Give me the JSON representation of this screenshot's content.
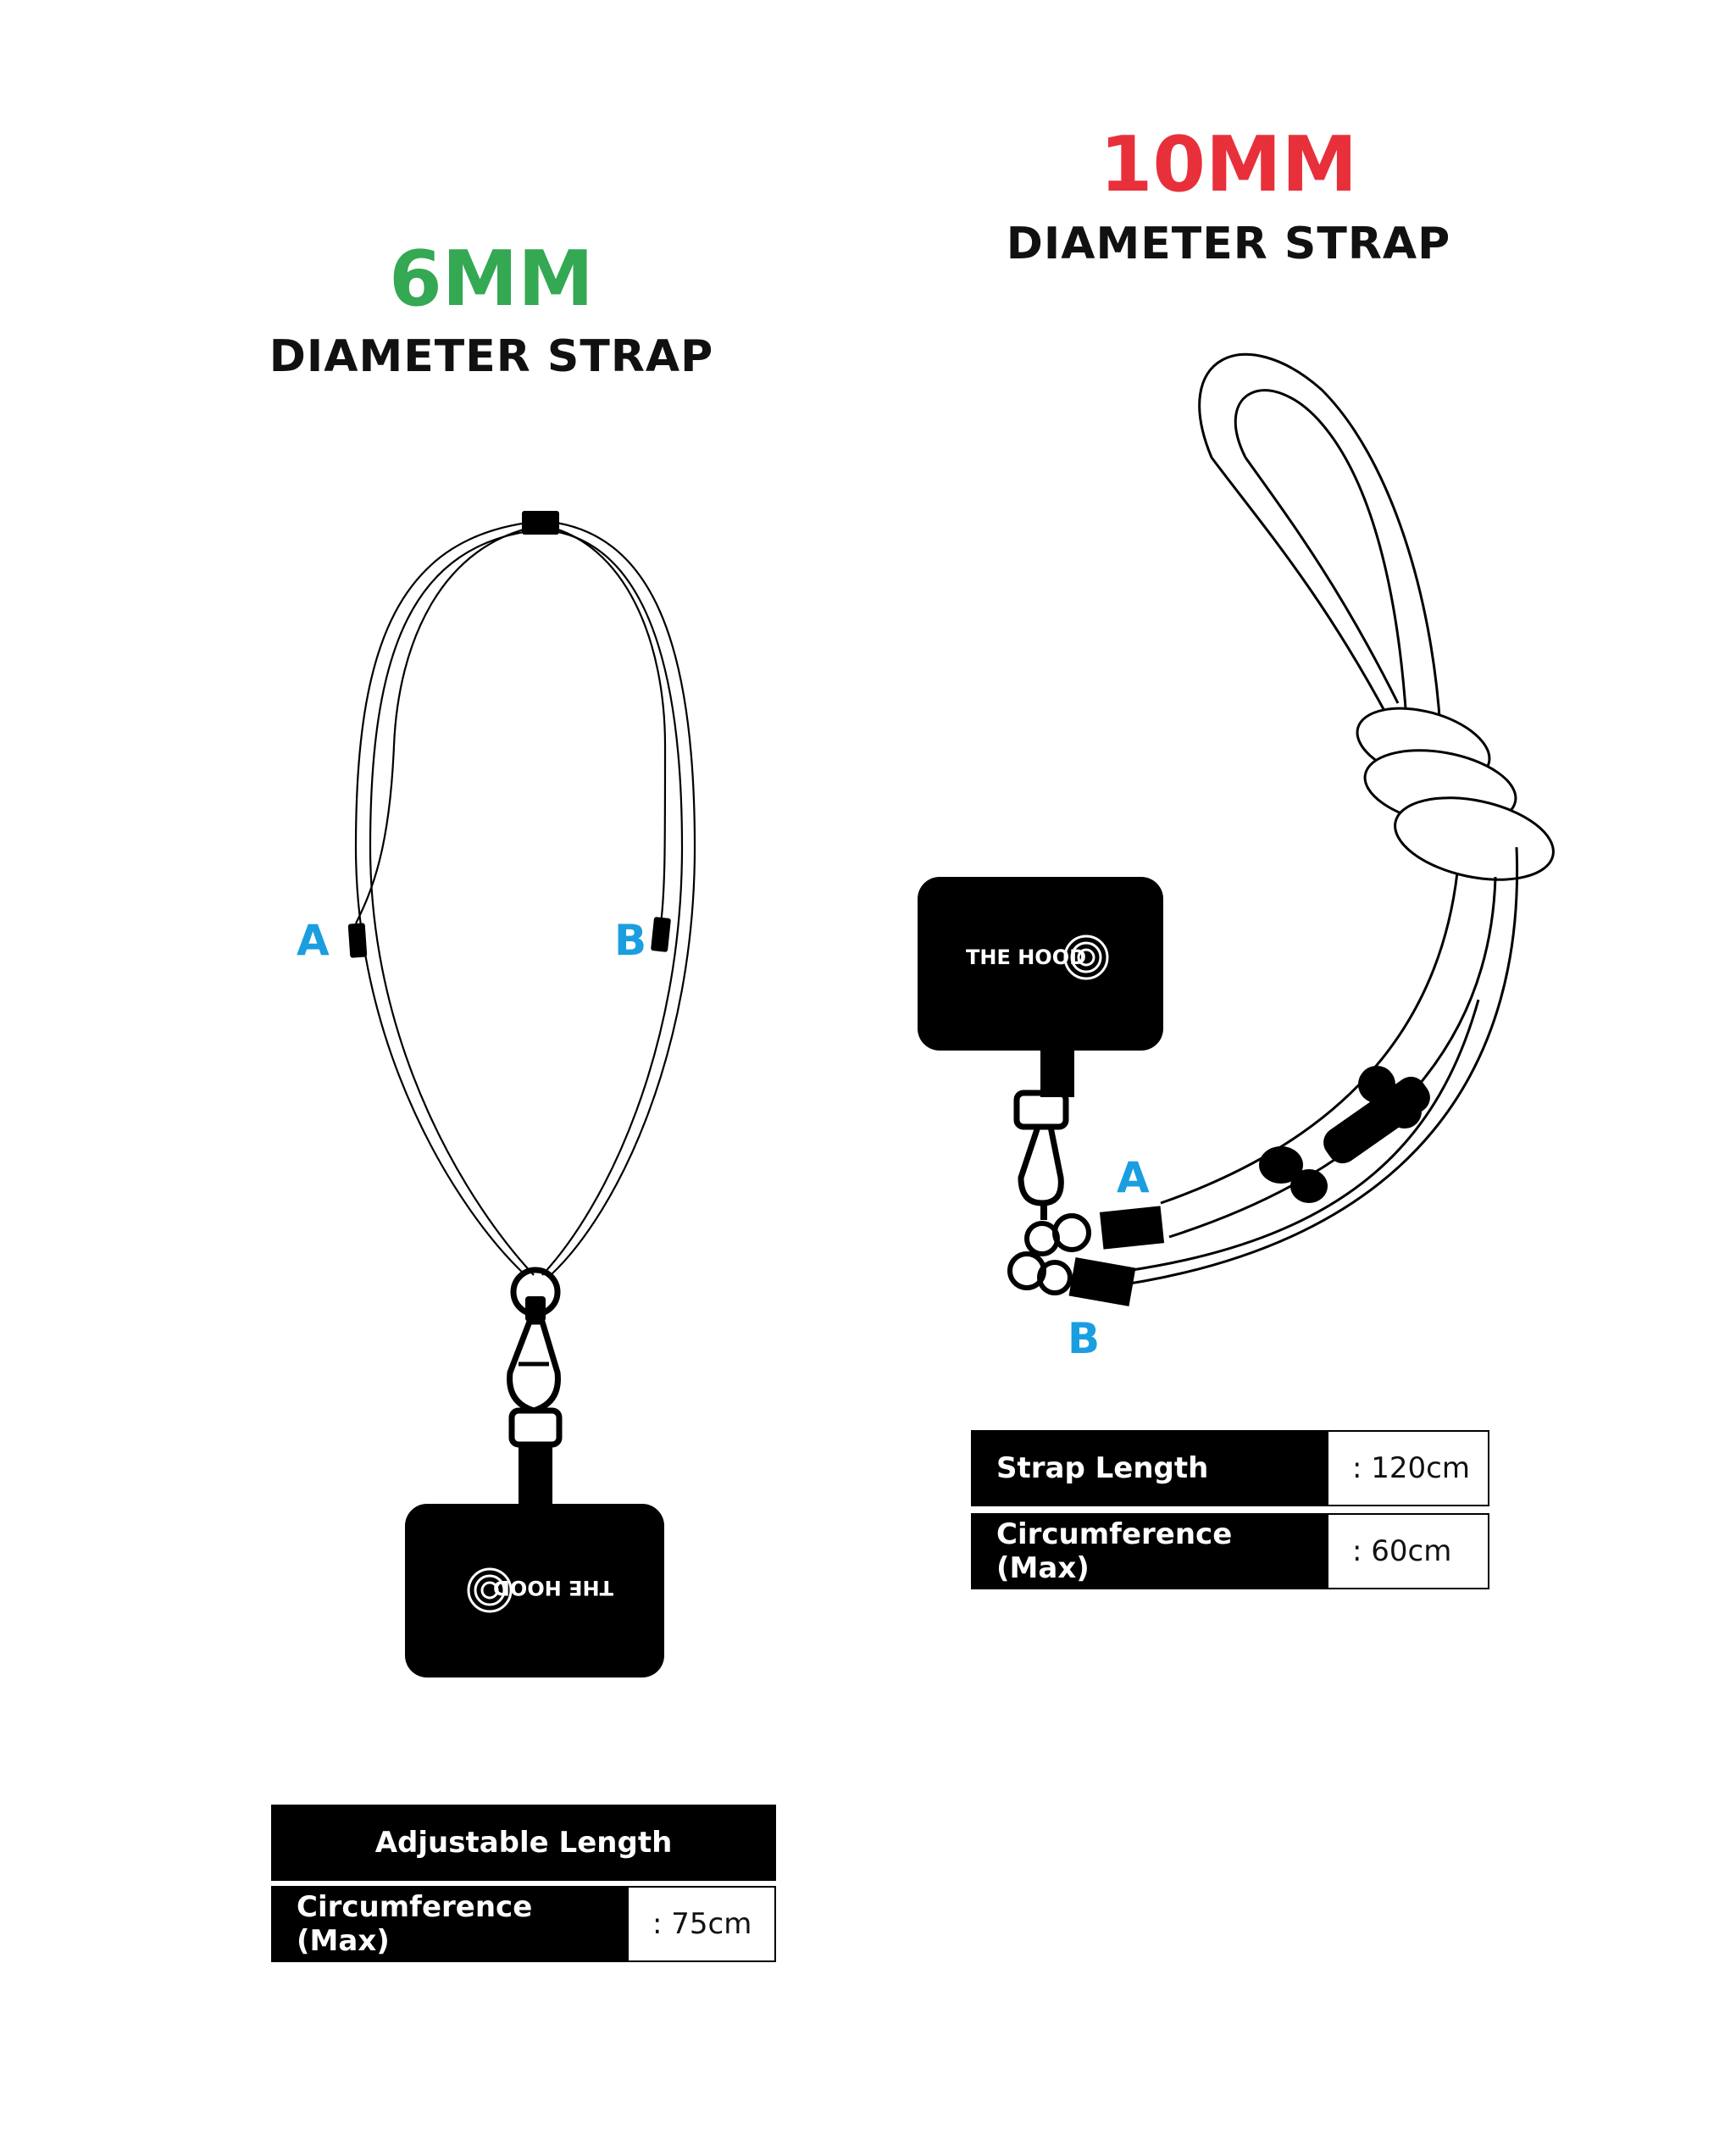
{
  "left": {
    "size": "6MM",
    "size_color": "#34a853",
    "subtitle": "DIAMETER STRAP",
    "label_a": "A",
    "label_b": "B",
    "brand": "THE HOOD",
    "spec_header": "Adjustable Length",
    "spec_rows": [
      {
        "key": "Circumference (Max)",
        "value": ": 75cm"
      }
    ]
  },
  "right": {
    "size": "10MM",
    "size_color": "#e8303a",
    "subtitle": "DIAMETER STRAP",
    "label_a": "A",
    "label_b": "B",
    "brand": "THE HOOD",
    "spec_rows": [
      {
        "key": "Strap Length",
        "value": ": 120cm"
      },
      {
        "key": "Circumference (Max)",
        "value": ": 60cm"
      }
    ]
  },
  "colors": {
    "label_blue": "#1a9ee0",
    "ink": "#000000"
  },
  "icons": [
    "lanyard-6mm-illustration",
    "lanyard-10mm-illustration",
    "phone-tether-patch-icon",
    "hood-logo-icon",
    "carabiner-clip-icon"
  ]
}
